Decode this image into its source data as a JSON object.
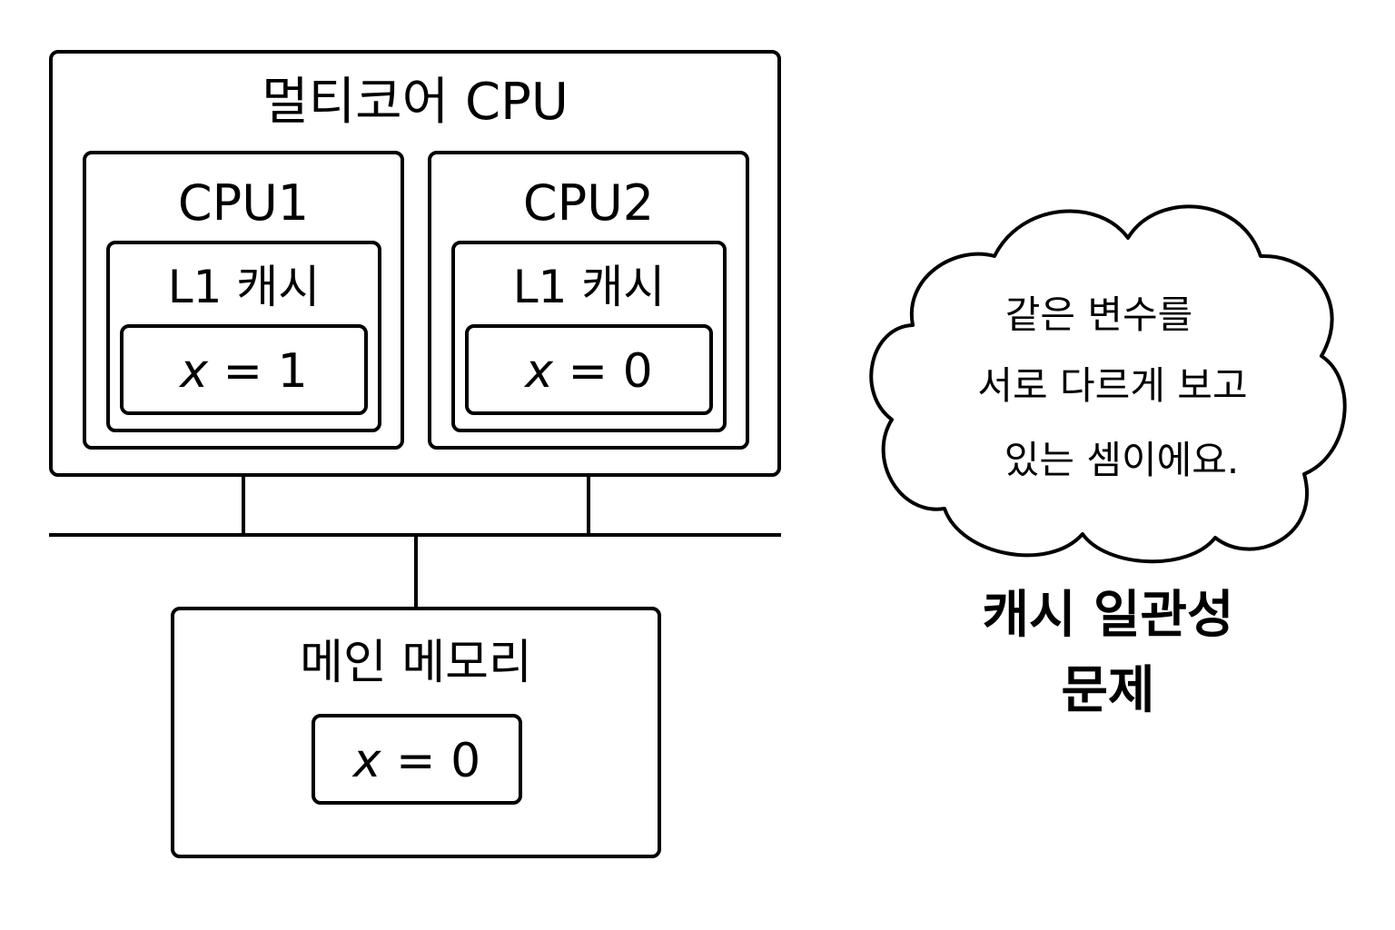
{
  "cpu": {
    "title": "멀티코어 CPU",
    "cores": [
      {
        "name": "CPU1",
        "cache_label": "L1 캐시",
        "var_name": "x",
        "var_op": "=",
        "var_value": "1"
      },
      {
        "name": "CPU2",
        "cache_label": "L1 캐시",
        "var_name": "x",
        "var_op": "=",
        "var_value": "0"
      }
    ]
  },
  "memory": {
    "title": "메인 메모리",
    "var_name": "x",
    "var_op": "=",
    "var_value": "0"
  },
  "cloud": {
    "lines": [
      "같은 변수를",
      "서로 다르게 보고",
      "있는 셈이에요."
    ]
  },
  "caption": {
    "lines": [
      "캐시 일관성",
      "문제"
    ]
  }
}
